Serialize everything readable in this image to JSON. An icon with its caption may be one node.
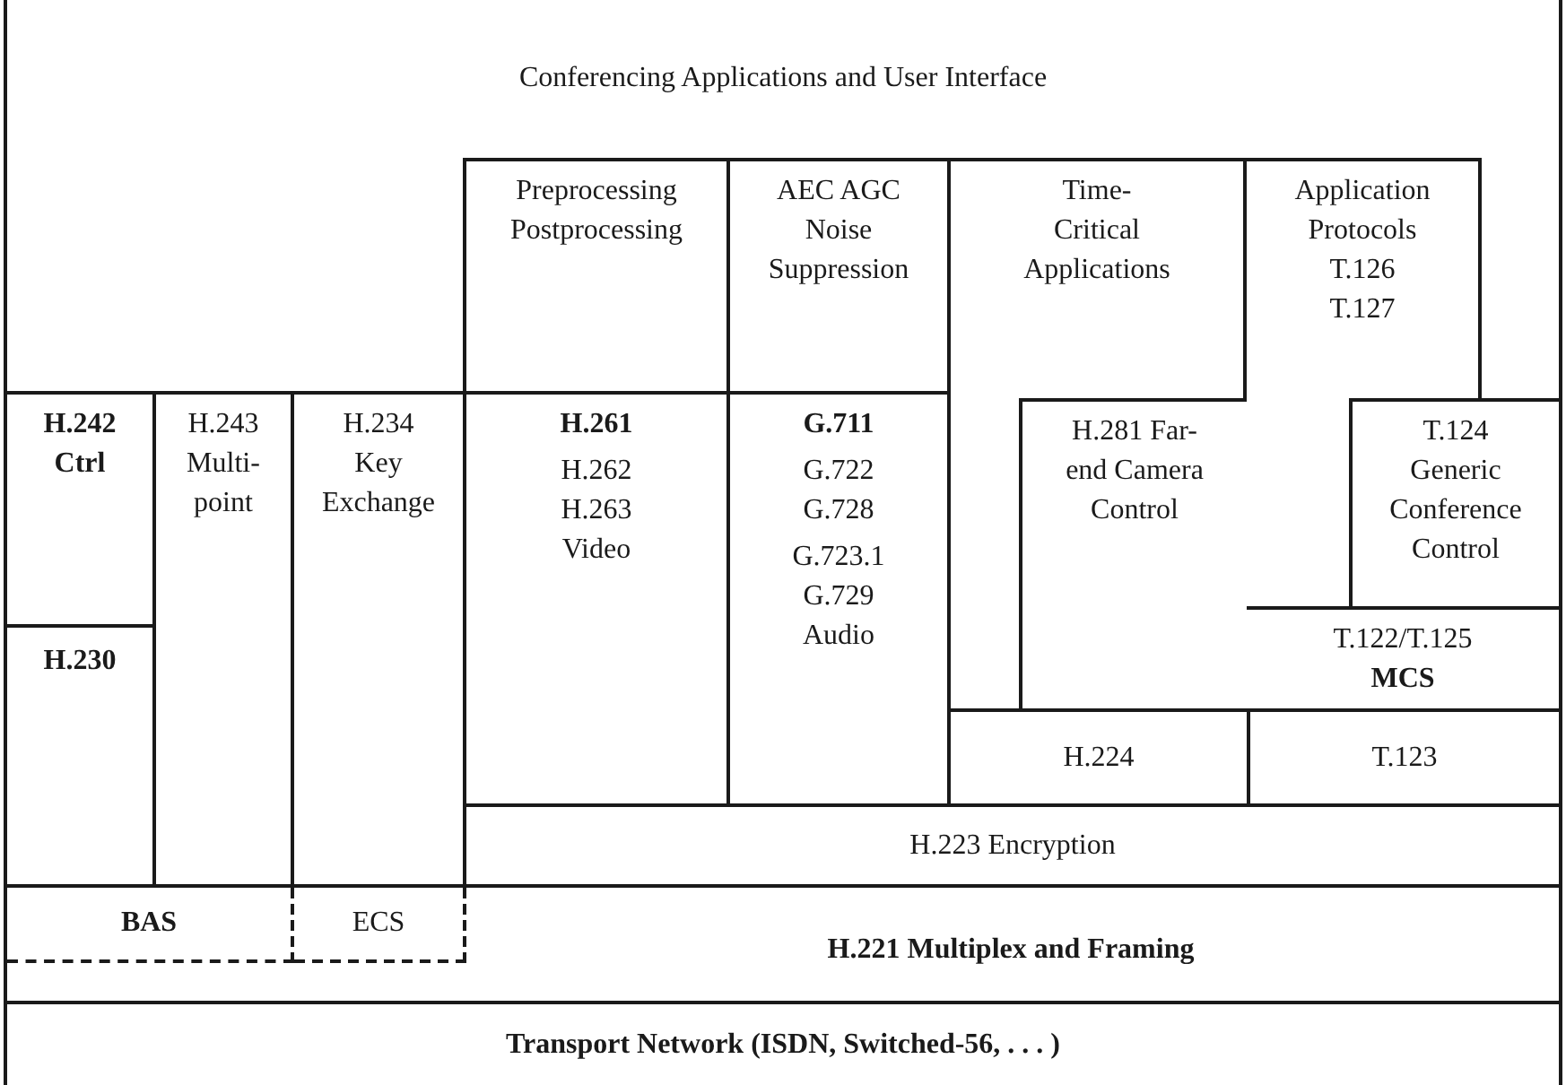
{
  "diagram": {
    "nodes": [
      {
        "text": [
          "Conferencing Applications and User Interface"
        ]
      },
      {
        "text": [
          "Preprocessing Postprocessing"
        ]
      },
      {
        "text": [
          "AEC AGC Noise Suppression"
        ]
      },
      {
        "text": [
          "Time-Critical Applications"
        ]
      },
      {
        "text": [
          "Application Protocols T.126 T.127"
        ]
      },
      {
        "text": [
          "H.242 Ctrl"
        ]
      },
      {
        "text": [
          "H.243 Multi-point"
        ]
      },
      {
        "text": [
          "H.234 Key Exchange"
        ]
      },
      {
        "text": [
          "H.261",
          "H.262 H.263 Video"
        ]
      },
      {
        "text": [
          "G.711",
          "G.722 G.728",
          "G.723.1 G.729 Audio"
        ]
      },
      {
        "text": [
          "H.281 Far-end Camera Control"
        ],
        "in": 3
      },
      {
        "text": [
          "T.124 Generic Conference Control"
        ]
      },
      {
        "text": [
          "H.230"
        ]
      },
      {
        "text": [
          "T.122/T.125",
          "MCS"
        ]
      },
      {
        "text": [
          "H.224"
        ]
      },
      {
        "text": [
          "T.123"
        ]
      },
      {
        "text": [
          "H.223 Encryption"
        ]
      },
      {
        "text": [
          "H.221 Multiplex and Framing"
        ]
      },
      {
        "text": [
          "BAS"
        ],
        "in": 17
      },
      {
        "text": [
          "ECS"
        ],
        "in": 17
      },
      {
        "text": [
          "Transport Network (ISDN, Switched-56, . . . )"
        ]
      }
    ]
  }
}
